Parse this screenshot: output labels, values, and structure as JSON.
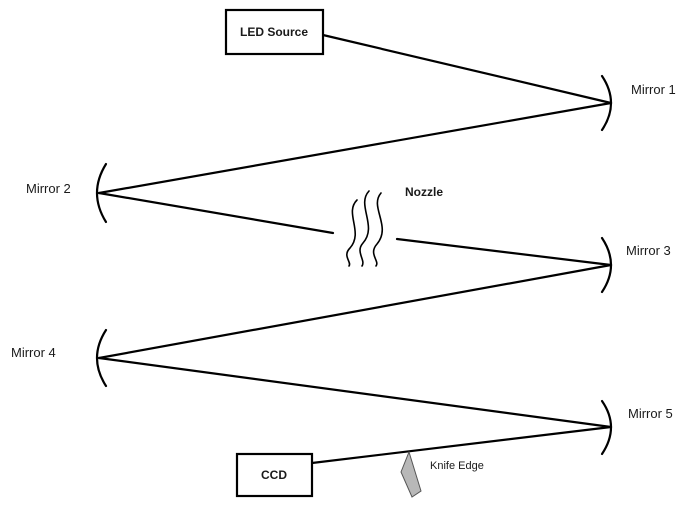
{
  "diagram": {
    "source_label": "LED Source",
    "detector_label": "CCD",
    "nozzle_label": "Nozzle",
    "knife_edge_label": "Knife Edge",
    "mirrors": [
      {
        "label": "Mirror 1"
      },
      {
        "label": "Mirror 2"
      },
      {
        "label": "Mirror 3"
      },
      {
        "label": "Mirror 4"
      },
      {
        "label": "Mirror 5"
      }
    ]
  }
}
